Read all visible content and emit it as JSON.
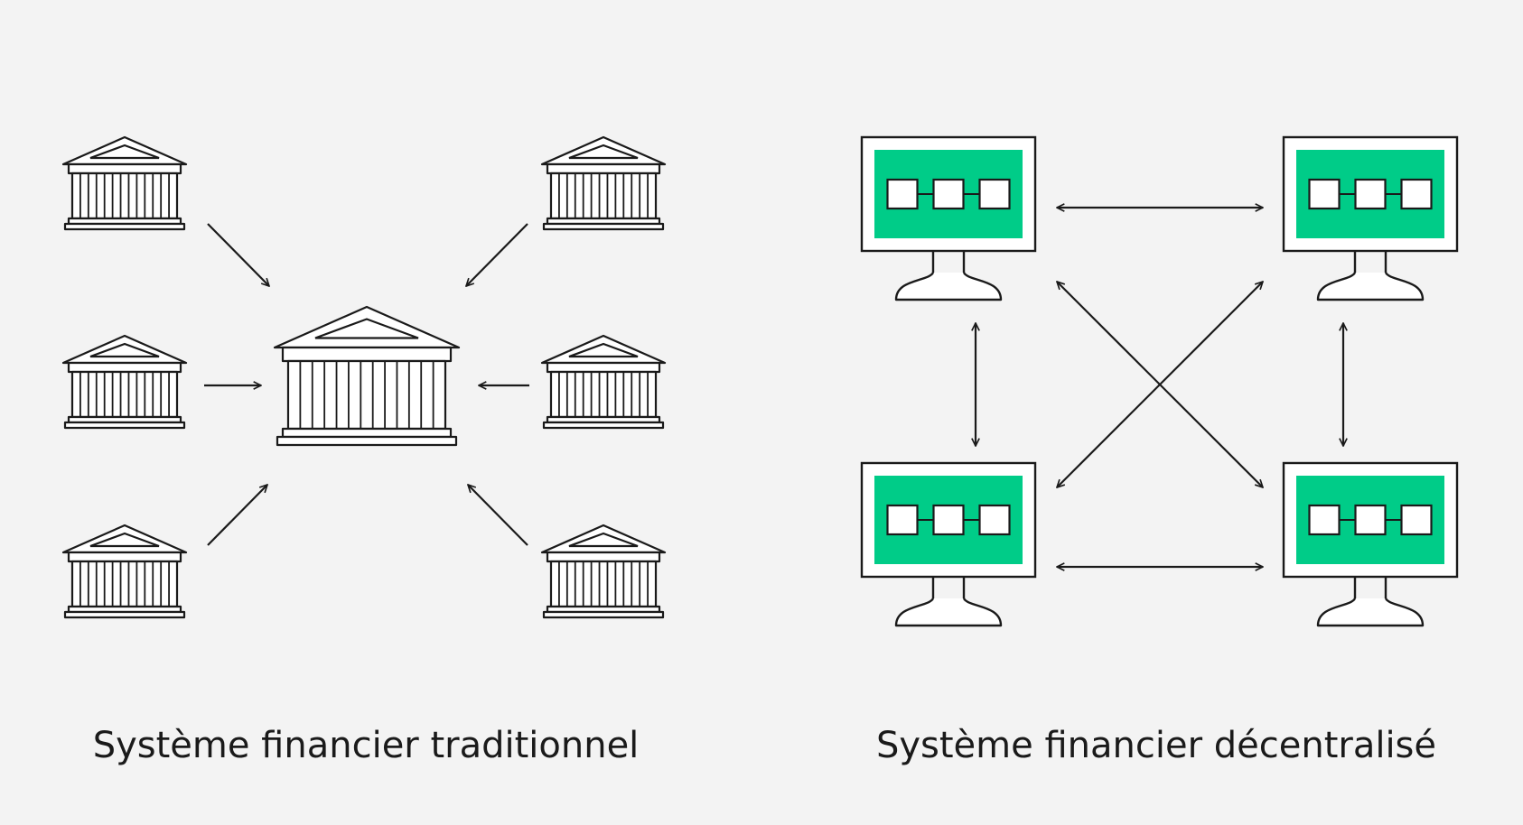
{
  "panels": {
    "traditional": {
      "caption": "Système financier traditionnel",
      "center_node": "bank-icon",
      "peripheral_nodes": [
        "bank-icon",
        "bank-icon",
        "bank-icon",
        "bank-icon",
        "bank-icon",
        "bank-icon"
      ],
      "connection": "one-way-to-center"
    },
    "decentralized": {
      "caption": "Système financier décentralisé",
      "nodes": [
        "computer-monitor-icon",
        "computer-monitor-icon",
        "computer-monitor-icon",
        "computer-monitor-icon"
      ],
      "node_screen_content": "blockchain-blocks-icon",
      "connection": "two-way-peer-to-peer"
    }
  },
  "colors": {
    "background": "#f3f3f3",
    "stroke": "#1a1a1a",
    "screen_green": "#00cc88",
    "fill_white": "#ffffff"
  }
}
